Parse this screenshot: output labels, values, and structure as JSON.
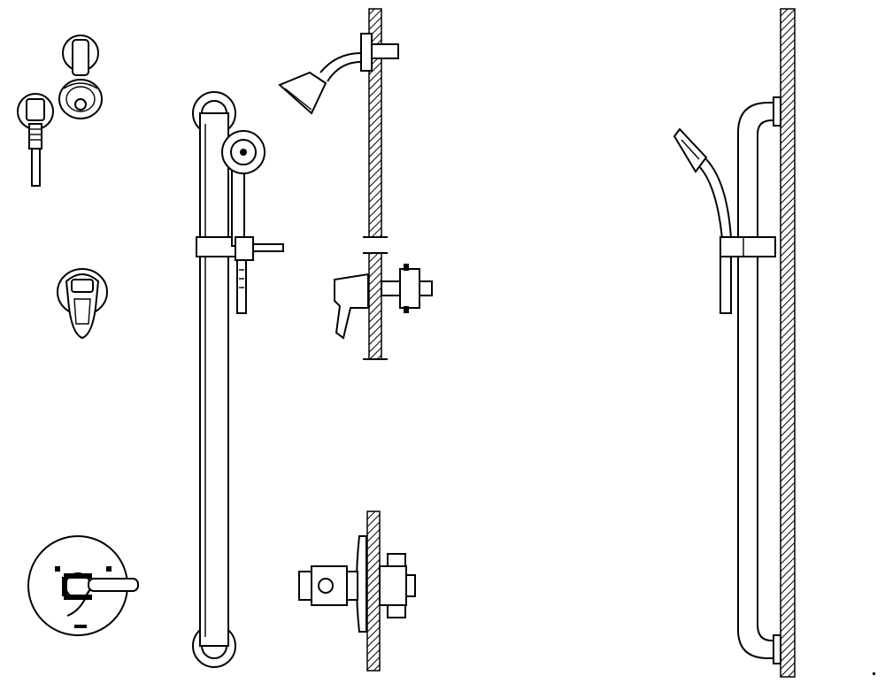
{
  "drawing": {
    "background": "#ffffff",
    "line_color": "#000000",
    "components": [
      "shower-head-top-view",
      "valve-handle-top-view",
      "lever-handle-front-view",
      "trim-plate-front-view",
      "grab-bar-front-view",
      "hand-shower-front-view",
      "wall-section-vertical",
      "fixed-shower-head-side-view",
      "valve-body-side-view",
      "rough-in-valve-side-view",
      "wall-section-right",
      "grab-bar-side-view",
      "hand-shower-side-view"
    ]
  }
}
